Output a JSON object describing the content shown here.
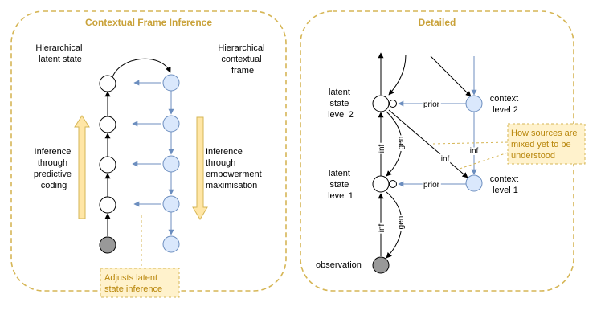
{
  "colors": {
    "panel_border": "#d6b656",
    "panel_title": "#c9a23a",
    "latent_fill": "#ffffff",
    "context_fill": "#dae8fc",
    "context_stroke": "#6c8ebf",
    "observation_fill": "#999999",
    "note_fill": "#fff2cc",
    "note_text": "#b8860b",
    "arrow_block_fill": "#ffe6a6",
    "arrow_block_stroke": "#d6b656"
  },
  "left_panel": {
    "title": "Contextual Frame Inference",
    "latent_label": [
      "Hierarchical",
      "latent state"
    ],
    "frame_label": [
      "Hierarchical",
      "contextual",
      "frame"
    ],
    "inference_left": [
      "Inference",
      "through",
      "predictive",
      "coding"
    ],
    "inference_right": [
      "Inference",
      "through",
      "empowerment",
      "maximisation"
    ],
    "note": [
      "Adjusts latent",
      "state inference"
    ]
  },
  "right_panel": {
    "title": "Detailed",
    "latent_level2": [
      "latent",
      "state",
      "level 2"
    ],
    "latent_level1": [
      "latent",
      "state",
      "level 1"
    ],
    "context_level2": [
      "context",
      "level 2"
    ],
    "context_level1": [
      "context",
      "level 1"
    ],
    "observation": "observation",
    "edge_labels": {
      "prior_top": "prior",
      "prior_bottom": "prior",
      "inf_context": "inf",
      "inf_diag": "inf",
      "inf_up_top": "inf",
      "gen_down_top": "gen",
      "inf_up_bottom": "inf",
      "gen_down_bottom": "gen"
    },
    "note": [
      "How sources are",
      "mixed yet to be",
      "understood"
    ]
  }
}
